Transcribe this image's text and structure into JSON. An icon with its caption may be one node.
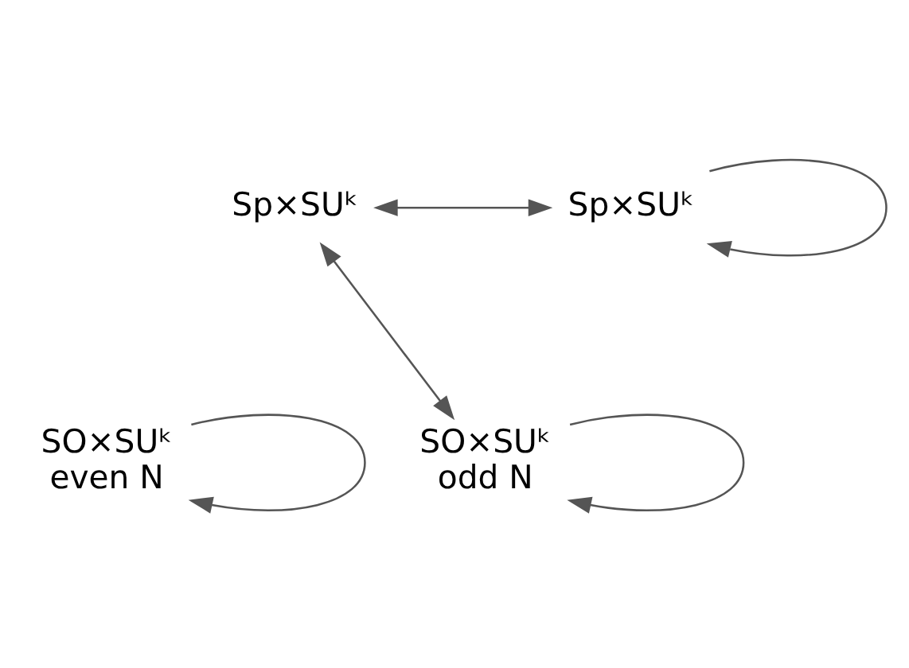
{
  "diagram": {
    "nodes": [
      {
        "text": [
          "Sp×SUᵏ"
        ]
      },
      {
        "text": [
          "Sp×SUᵏ"
        ]
      },
      {
        "text": [
          "SO×SUᵏ",
          "even N"
        ]
      },
      {
        "text": [
          "SO×SUᵏ",
          "odd N"
        ]
      }
    ],
    "edges": [
      {
        "from": 0,
        "to": 1,
        "arrow": "both"
      },
      {
        "from": 0,
        "to": 3,
        "arrow": "both"
      },
      {
        "from": 1,
        "to": 1,
        "arrow": "to"
      },
      {
        "from": 2,
        "to": 2,
        "arrow": "to"
      },
      {
        "from": 3,
        "to": 3,
        "arrow": "to"
      }
    ]
  }
}
